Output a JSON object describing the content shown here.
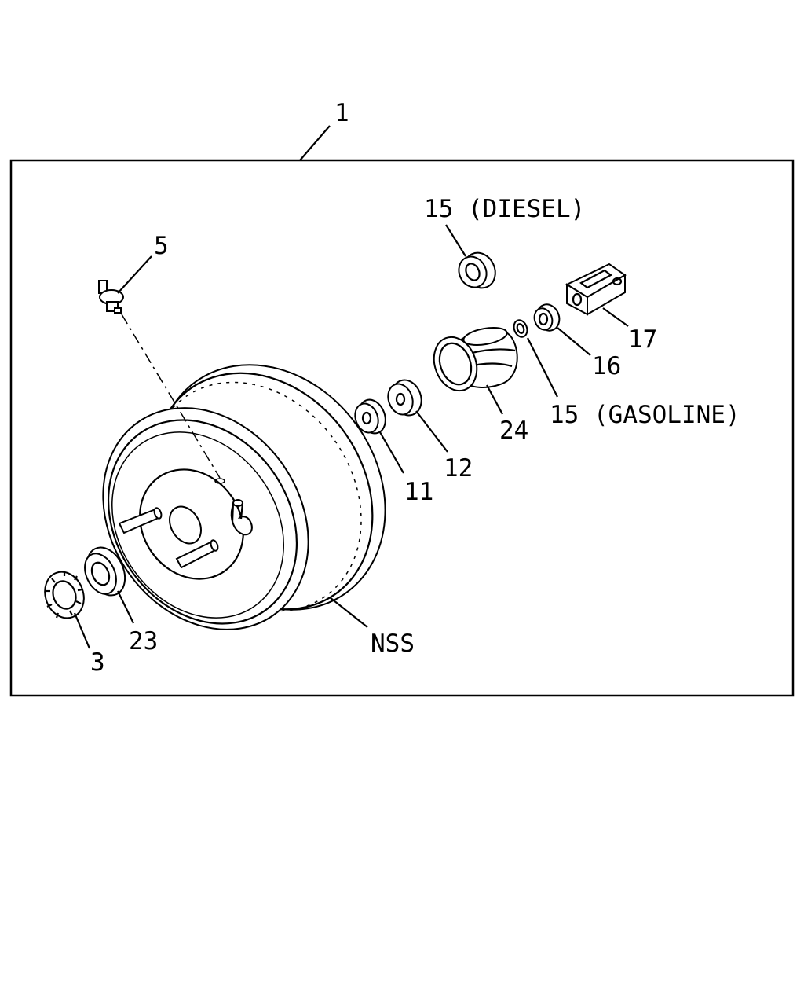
{
  "diagram": {
    "callouts": {
      "assembly": "1",
      "vacuum_fitting": "5",
      "washer_diesel": "15 (DIESEL)",
      "yoke": "17",
      "nut": "16",
      "washer_gasoline": "15 (GASOLINE)",
      "boot": "24",
      "bushing_12": "12",
      "bushing_11": "11",
      "booster_body": "NSS",
      "seal": "23",
      "lock_washer": "3"
    }
  }
}
